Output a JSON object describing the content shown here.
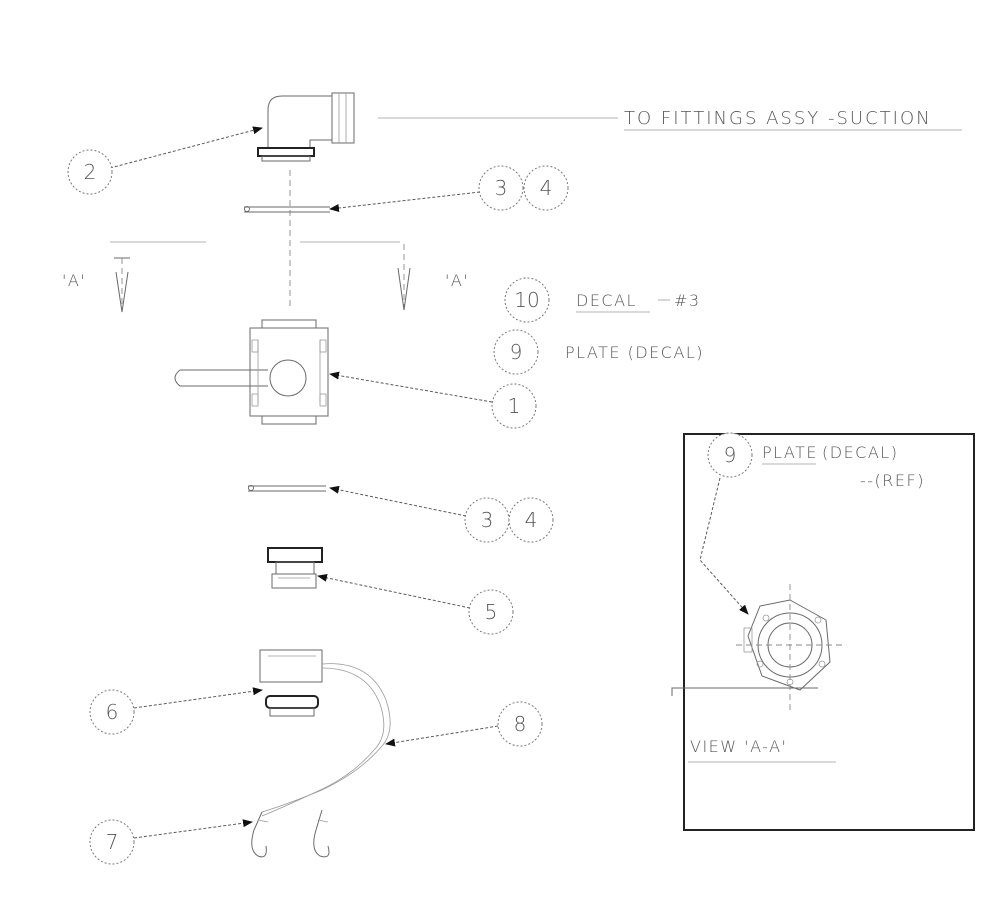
{
  "labels": {
    "fittings": "TO FITTINGS ASSY -SUCTION",
    "section_a_left": "'A'",
    "section_a_right": "'A'",
    "decal": "DECAL",
    "decal_number": "#3",
    "plate_decal": "PLATE (DECAL)",
    "inset_plate": "PLATE",
    "inset_decal": "(DECAL)",
    "inset_ref": "--(REF)",
    "view_title": "VIEW 'A-A'"
  },
  "callouts": {
    "c1": "1",
    "c2": "2",
    "c3a": "3",
    "c4a": "4",
    "c3b": "3",
    "c4b": "4",
    "c5": "5",
    "c6": "6",
    "c7": "7",
    "c8": "8",
    "c9": "9",
    "c10": "10",
    "c9_inset": "9"
  }
}
